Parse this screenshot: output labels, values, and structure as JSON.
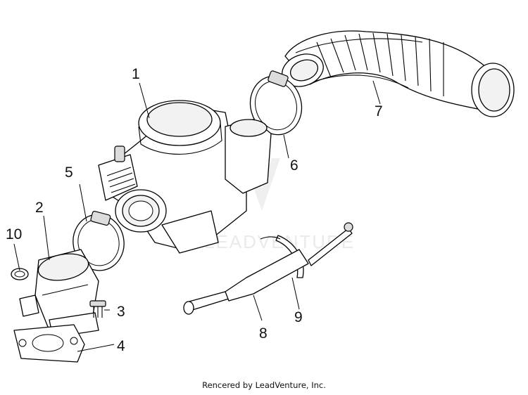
{
  "watermark": "LEADVENTURE",
  "credit": "Rencered by LeadVenture, Inc.",
  "callouts": [
    "1",
    "2",
    "3",
    "4",
    "5",
    "6",
    "7",
    "8",
    "9",
    "10"
  ]
}
